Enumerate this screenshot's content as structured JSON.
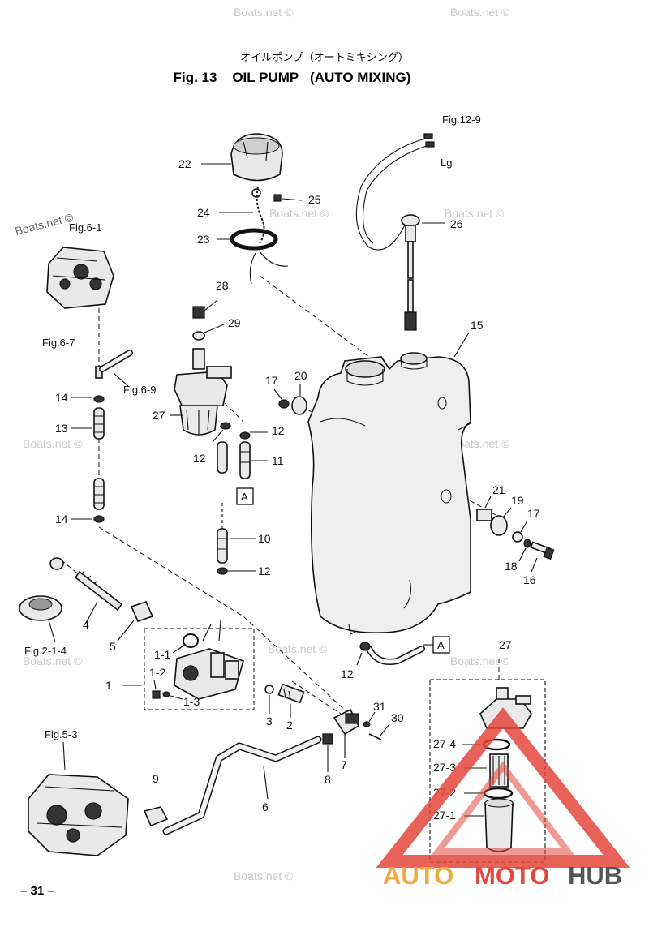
{
  "header": {
    "japanese_title": "オイルポンプ（オートミキシング）",
    "title": "Fig. 13    OIL PUMP   (AUTO MIXING)"
  },
  "watermark": "Boats.net ©",
  "page_number": "– 31 –",
  "brand": {
    "auto": "AUTO",
    "moto": "MOTO",
    "hub": "HUB",
    "colors": {
      "auto": "#f2a93b",
      "moto": "#e4473d",
      "hub": "#555555",
      "triangle": "#e4473d"
    }
  },
  "figure_refs": {
    "fig12_9": "Fig.12-9",
    "lg": "Lg",
    "fig6_1": "Fig.6-1",
    "fig6_7": "Fig.6-7",
    "fig6_9": "Fig.6-9",
    "fig2_1_4": "Fig.2-1-4",
    "fig5_3": "Fig.5-3"
  },
  "marker": "A",
  "callouts": {
    "c1": "1",
    "c1_1": "1-1",
    "c1_2": "1-2",
    "c1_3": "1-3",
    "c2": "2",
    "c3": "3",
    "c4": "4",
    "c5": "5",
    "c6": "6",
    "c7": "7",
    "c8": "8",
    "c9": "9",
    "c10": "10",
    "c11": "11",
    "c12a": "12",
    "c12b": "12",
    "c12c": "12",
    "c12d": "12",
    "c13": "13",
    "c14a": "14",
    "c14b": "14",
    "c15": "15",
    "c16": "16",
    "c17a": "17",
    "c17b": "17",
    "c18": "18",
    "c19": "19",
    "c20": "20",
    "c21": "21",
    "c22": "22",
    "c23": "23",
    "c24": "24",
    "c25": "25",
    "c26": "26",
    "c27a": "27",
    "c27b": "27",
    "c27_1": "27-1",
    "c27_2": "27-2",
    "c27_3": "27-3",
    "c27_4": "27-4",
    "c28": "28",
    "c29": "29",
    "c30": "30",
    "c31": "31"
  }
}
